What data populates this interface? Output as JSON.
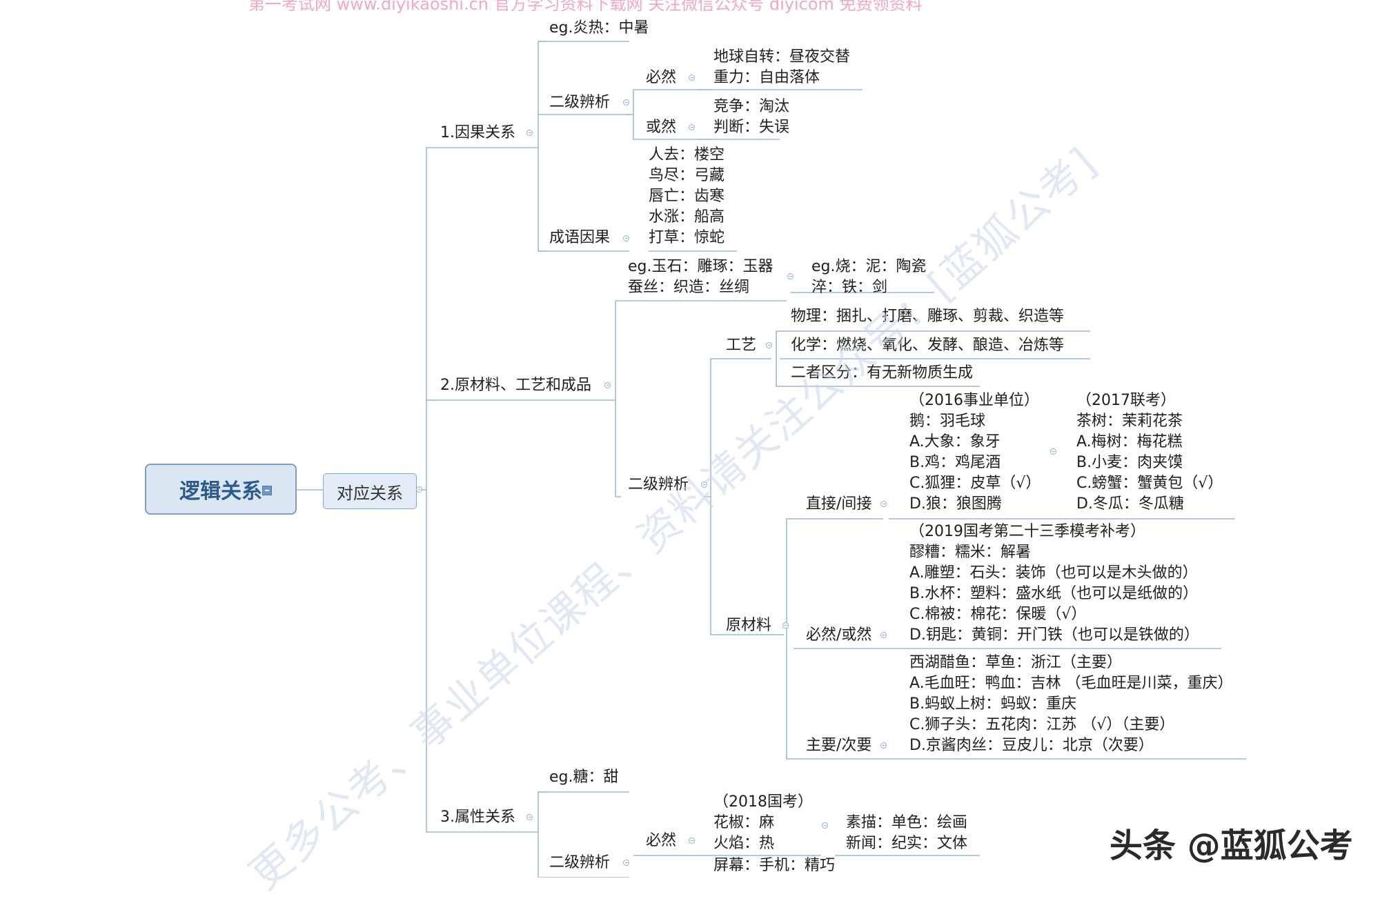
{
  "watermarks": {
    "header": "第一考试网 www.diyikaoshi.cn 官方学习资料下载网 关注微信公众号 diyicom 免费领资料",
    "diagonal": "更多公考、事业单位课程、资料请关注公众号：[蓝狐公考]",
    "corner": "头条 @蓝狐公考"
  },
  "root": {
    "label": "逻辑关系"
  },
  "level1": {
    "label": "对应关系"
  },
  "branches": {
    "causal": {
      "label": "1.因果关系",
      "example": "eg.炎热：中暑",
      "secondary": {
        "label": "二级辨析",
        "inevitable": {
          "label": "必然",
          "items": [
            "地球自转：昼夜交替",
            "重力：自由落体"
          ]
        },
        "contingent": {
          "label": "或然",
          "items": [
            "竞争：淘汰",
            "判断：失误"
          ]
        }
      },
      "idiom": {
        "label": "成语因果",
        "items": [
          "人去：楼空",
          "鸟尽：弓藏",
          "唇亡：齿寒",
          "水涨：船高",
          "打草：惊蛇"
        ]
      }
    },
    "material": {
      "label": "2.原材料、工艺和成品",
      "examples": [
        "eg.玉石：雕琢：玉器",
        "蚕丝：织造：丝绸"
      ],
      "examples_right": [
        "eg.烧：泥：陶瓷",
        "淬：铁：剑"
      ],
      "secondary": {
        "label": "二级辨析",
        "craft": {
          "label": "工艺",
          "items": [
            "物理：捆扎、打磨、雕琢、剪裁、织造等",
            "化学：燃烧、氧化、发酵、酿造、冶炼等"
          ],
          "note": "二者区分：有无新物质生成"
        },
        "raw": {
          "label": "原材料",
          "direct": {
            "label": "直接/间接",
            "left": [
              "（2016事业单位）",
              "鹅：羽毛球",
              "A.大象：象牙",
              "B.鸡：鸡尾酒",
              "C.狐狸：皮草（√）",
              "D.狼：狼图腾"
            ],
            "right": [
              "（2017联考）",
              "茶树：茉莉花茶",
              "A.梅树：梅花糕",
              "B.小麦：肉夹馍",
              "C.螃蟹：蟹黄包（√）",
              "D.冬瓜：冬瓜糖"
            ]
          },
          "necessity": {
            "label": "必然/或然",
            "items": [
              "（2019国考第二十三季模考补考）",
              "醪糟：糯米：解暑",
              "A.雕塑：石头：装饰（也可以是木头做的）",
              "B.水杯：塑料：盛水纸（也可以是纸做的）",
              "C.棉被：棉花：保暖（√）",
              "D.钥匙：黄铜：开门铁（也可以是铁做的）"
            ]
          },
          "primary": {
            "label": "主要/次要",
            "items": [
              "西湖醋鱼：草鱼：浙江（主要）",
              "A.毛血旺：鸭血：吉林 （毛血旺是川菜，重庆）",
              "B.蚂蚁上树：蚂蚁：重庆",
              "C.狮子头：五花肉：江苏 （√）（主要）",
              "D.京酱肉丝：豆皮儿：北京（次要）"
            ]
          }
        }
      }
    },
    "attribute": {
      "label": "3.属性关系",
      "example": "eg.糖：甜",
      "secondary": {
        "label": "二级辨析",
        "inevitable": {
          "label": "必然",
          "left": [
            "（2018国考）",
            "花椒：麻",
            "火焰：热"
          ],
          "right": [
            "素描：单色：绘画",
            "新闻：纪实：文体"
          ]
        },
        "next": "屏幕：手机：精巧"
      }
    }
  }
}
